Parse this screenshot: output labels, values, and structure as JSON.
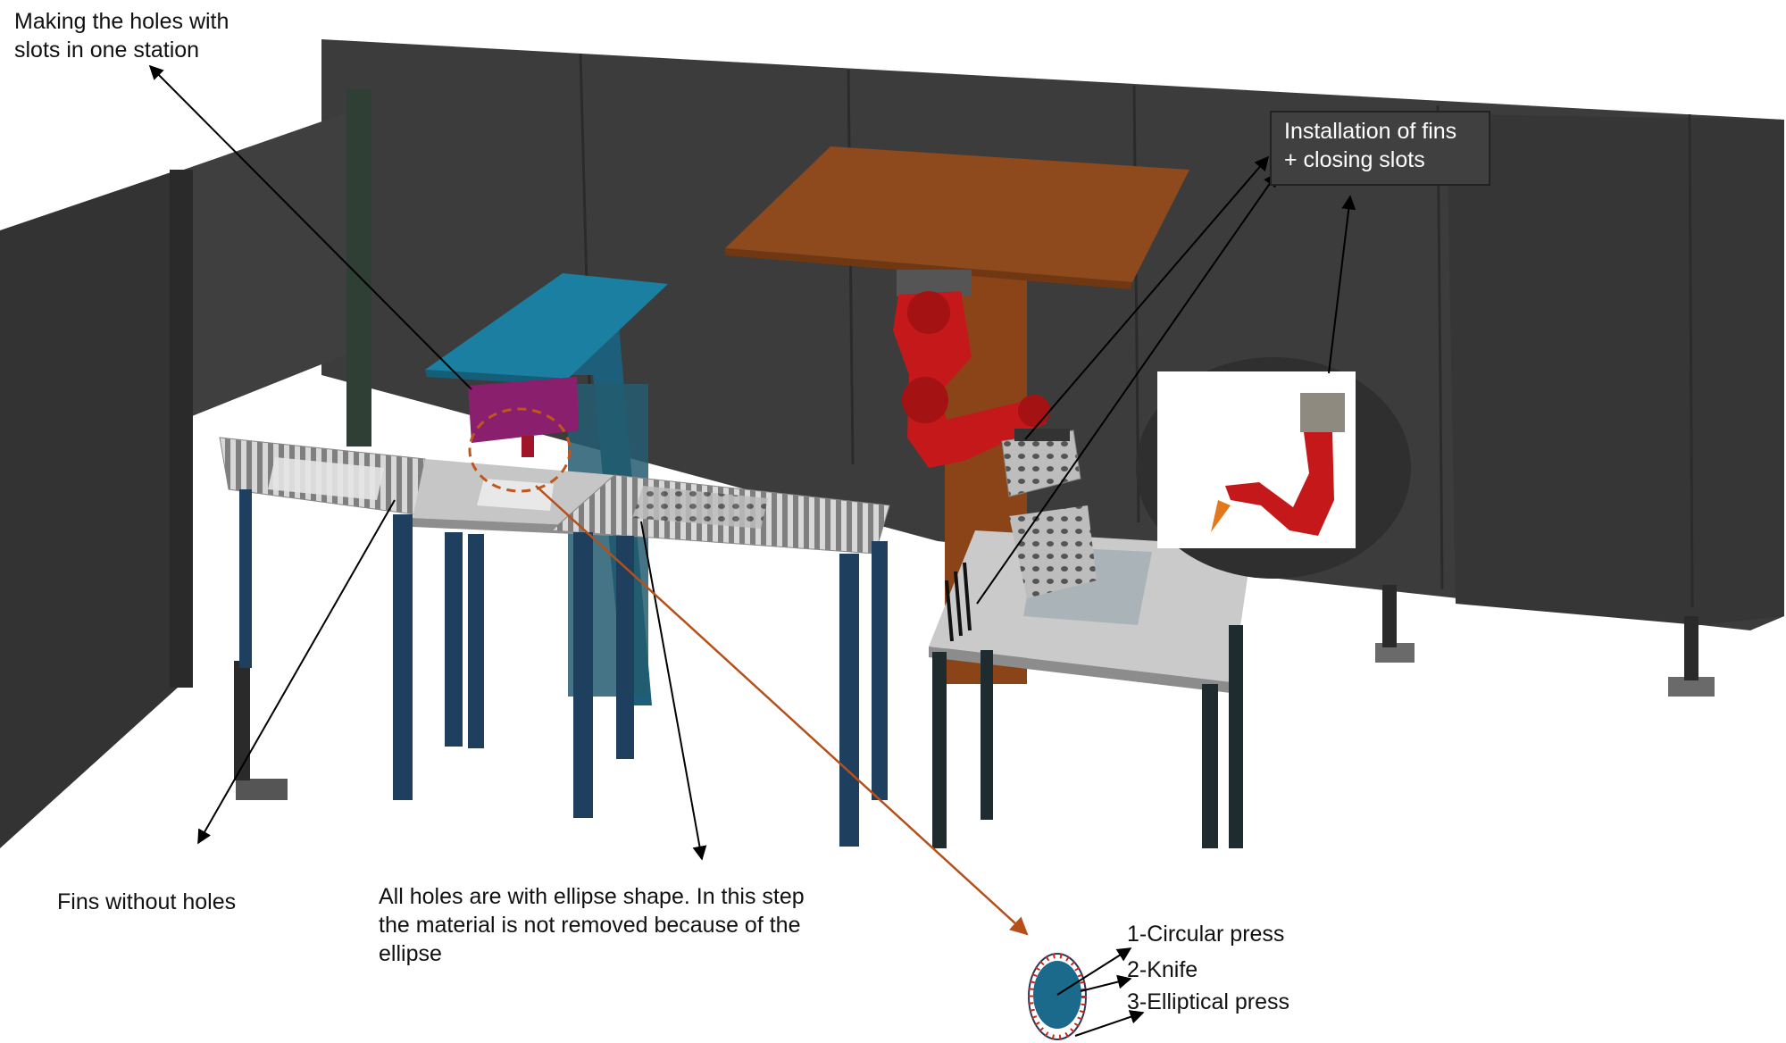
{
  "annotations": {
    "holes_station": {
      "line1": "Making the holes with",
      "line2": "slots in one station"
    },
    "installation": {
      "line1": "Installation of fins",
      "line2": "+ closing slots"
    },
    "fins_without_holes": "Fins without holes",
    "ellipse_note": {
      "line1": "All holes are with ellipse shape. In this step",
      "line2": "the material is not removed because of the",
      "line3": "ellipse"
    },
    "tools": [
      "1-Circular press",
      "2-Knife",
      "3-Elliptical press"
    ]
  },
  "colors": {
    "wall": "#3a3a3a",
    "ceiling_plate": "#8e4a1c",
    "blue_press": "#1a7fa0",
    "magenta_head": "#8a1f6d",
    "robot_red": "#c4181a",
    "table_top": "#c9c9c9",
    "legs": "#1f3f5e",
    "orange_marker": "#c0561c"
  }
}
